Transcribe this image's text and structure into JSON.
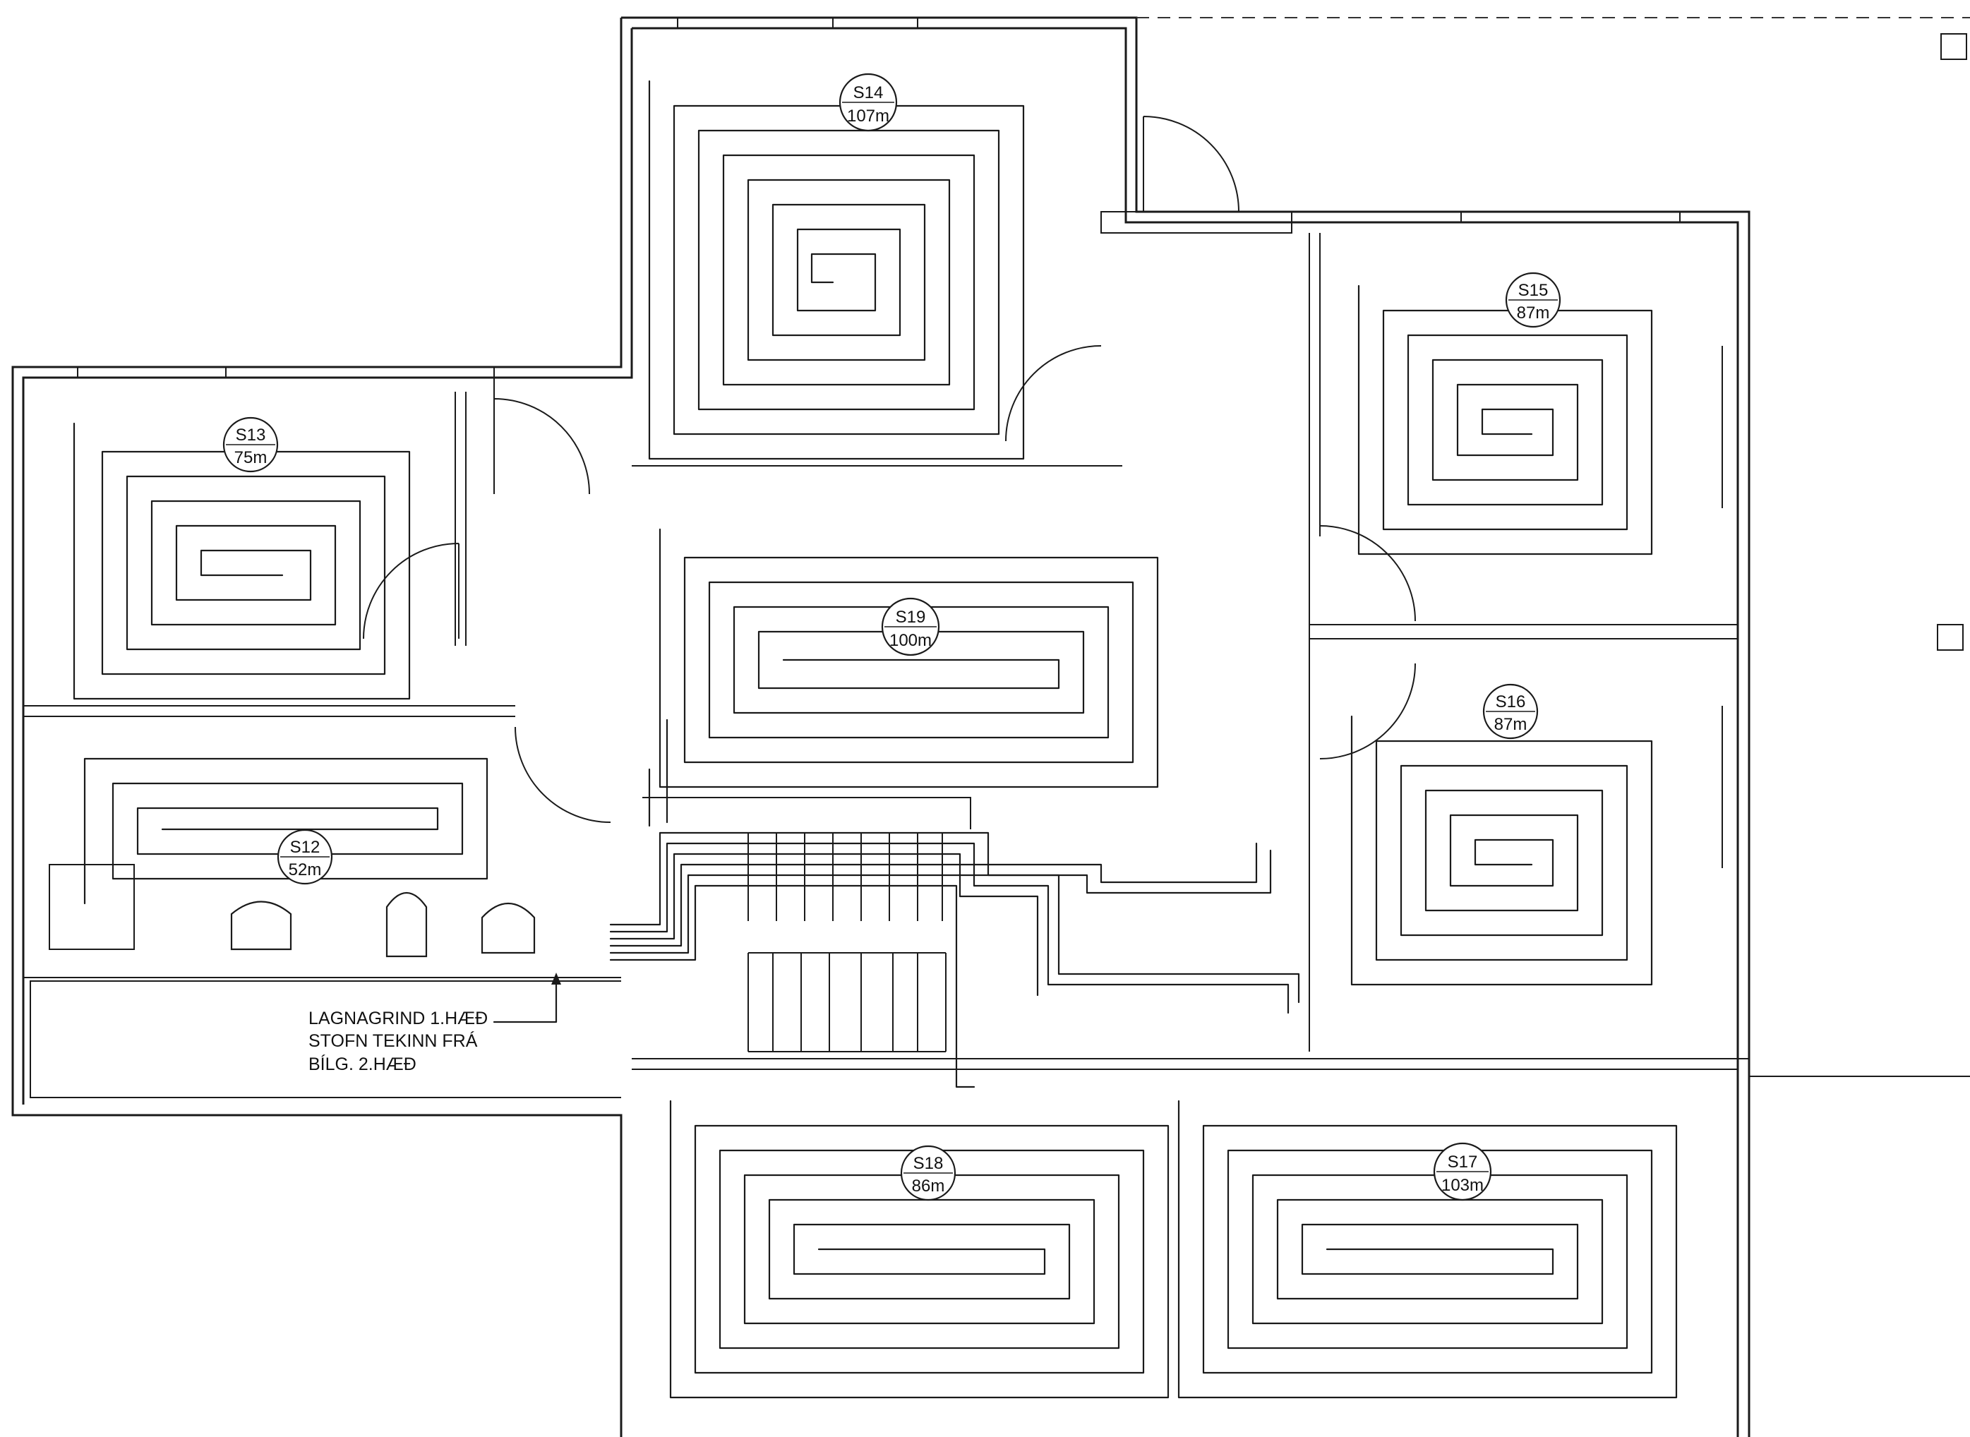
{
  "drawing": {
    "circuits": [
      {
        "id": "s12",
        "label": "S12",
        "length": "52m"
      },
      {
        "id": "s13",
        "label": "S13",
        "length": "75m"
      },
      {
        "id": "s14",
        "label": "S14",
        "length": "107m"
      },
      {
        "id": "s15",
        "label": "S15",
        "length": "87m"
      },
      {
        "id": "s16",
        "label": "S16",
        "length": "87m"
      },
      {
        "id": "s17",
        "label": "S17",
        "length": "103m"
      },
      {
        "id": "s18",
        "label": "S18",
        "length": "86m"
      },
      {
        "id": "s19",
        "label": "S19",
        "length": "100m"
      }
    ],
    "manifold_note": {
      "line1": "LAGNAGRIND 1.HÆÐ",
      "line2": "STOFN TEKINN FRÁ",
      "line3": "BÍLG. 2.HÆÐ"
    }
  }
}
